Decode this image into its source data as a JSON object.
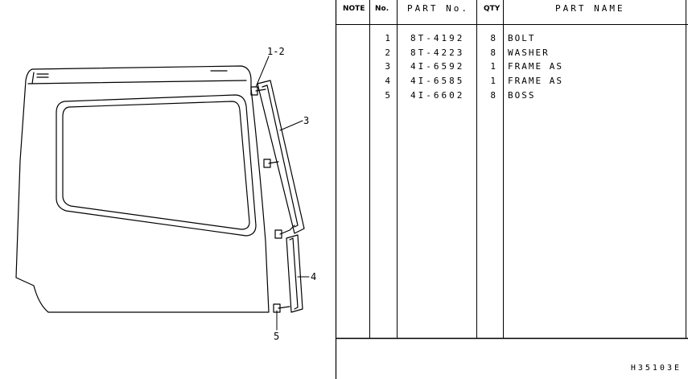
{
  "table": {
    "headers": {
      "note": "NOTE",
      "no": "No.",
      "part_no": "PART No.",
      "qty": "QTY",
      "part_name": "PART NAME"
    },
    "rows": [
      {
        "no": "1",
        "part_no": "8T-4192",
        "qty": "8",
        "name": "BOLT"
      },
      {
        "no": "2",
        "part_no": "8T-4223",
        "qty": "8",
        "name": "WASHER"
      },
      {
        "no": "3",
        "part_no": "4I-6592",
        "qty": "1",
        "name": "FRAME AS"
      },
      {
        "no": "4",
        "part_no": "4I-6585",
        "qty": "1",
        "name": "FRAME AS"
      },
      {
        "no": "5",
        "part_no": "4I-6602",
        "qty": "8",
        "name": "BOSS"
      }
    ]
  },
  "drawing": {
    "callouts": {
      "c12": "1-2",
      "c3": "3",
      "c4": "4",
      "c5": "5"
    }
  },
  "footer": {
    "drawing_code": "H35103E"
  }
}
